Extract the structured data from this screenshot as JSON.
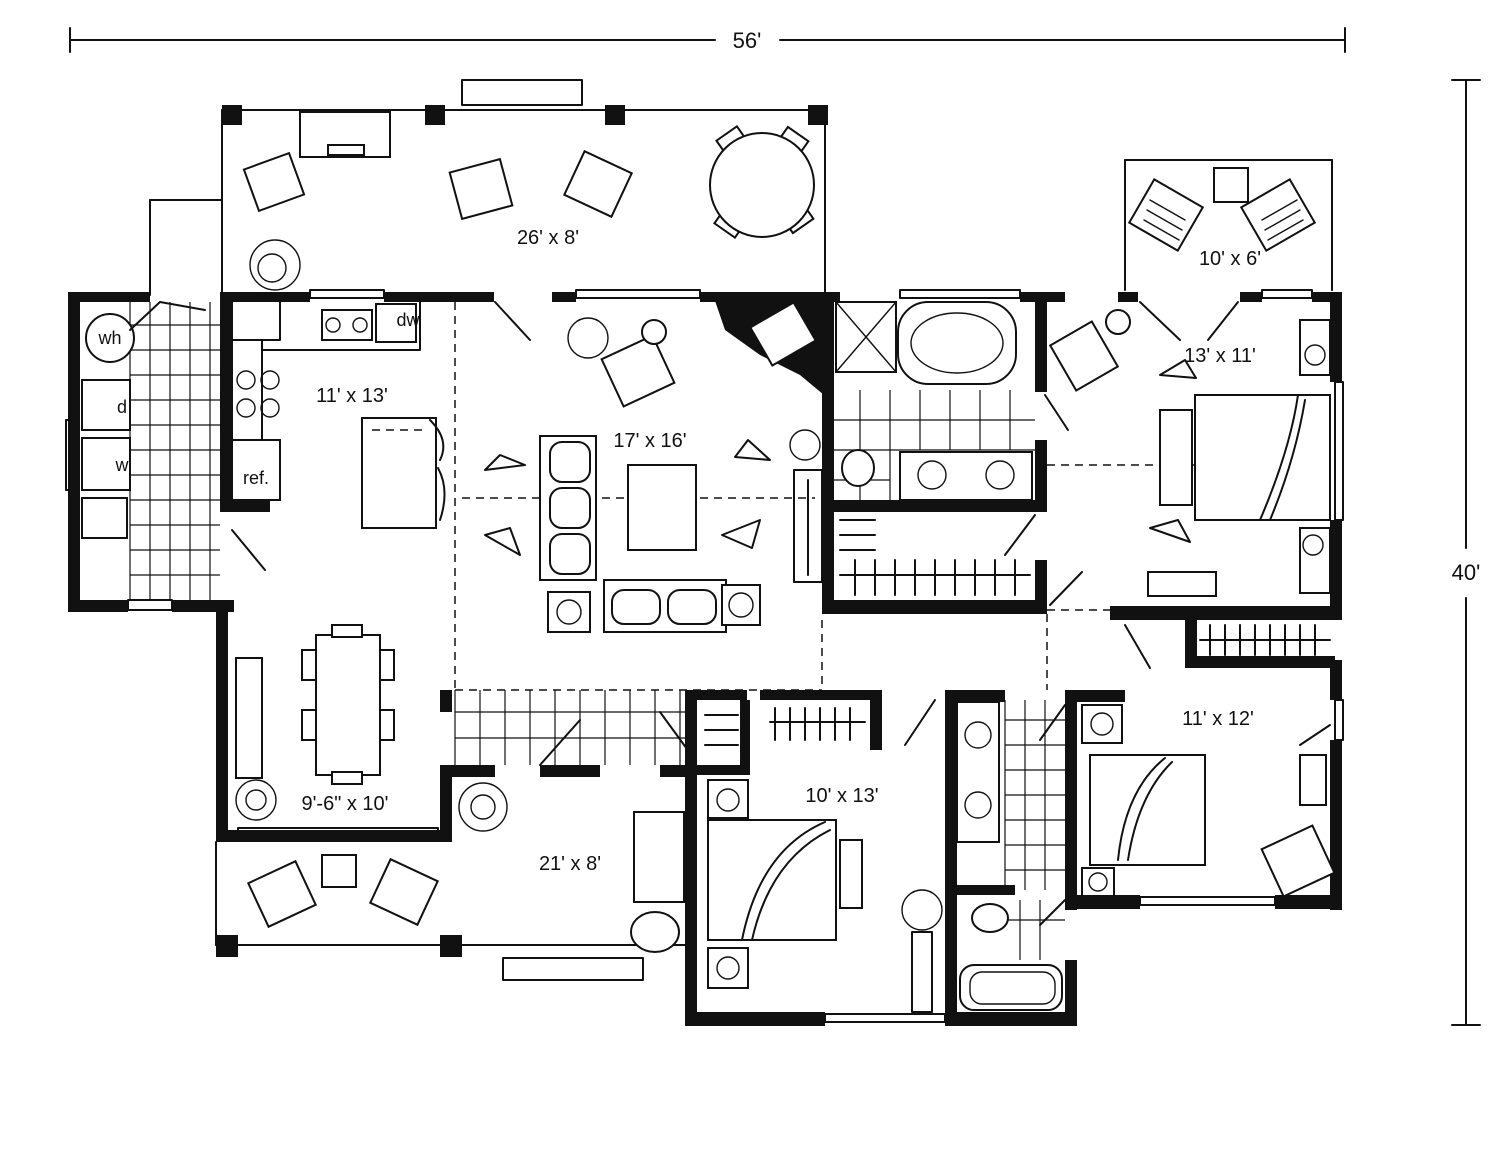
{
  "dimensions": {
    "width_label": "56'",
    "depth_label": "40'"
  },
  "rooms": {
    "back_porch": "26' x 8'",
    "side_deck": "10' x 6'",
    "kitchen": "11' x 13'",
    "living": "17' x 16'",
    "master_bedroom": "13' x 11'",
    "dining": "9'-6\" x 10'",
    "front_porch": "21' x 8'",
    "bedroom_2": "10' x 13'",
    "bedroom_3": "11' x 12'"
  },
  "fixtures": {
    "water_heater": "wh",
    "dryer": "d",
    "washer": "w",
    "dishwasher": "dw",
    "refrigerator": "ref."
  }
}
